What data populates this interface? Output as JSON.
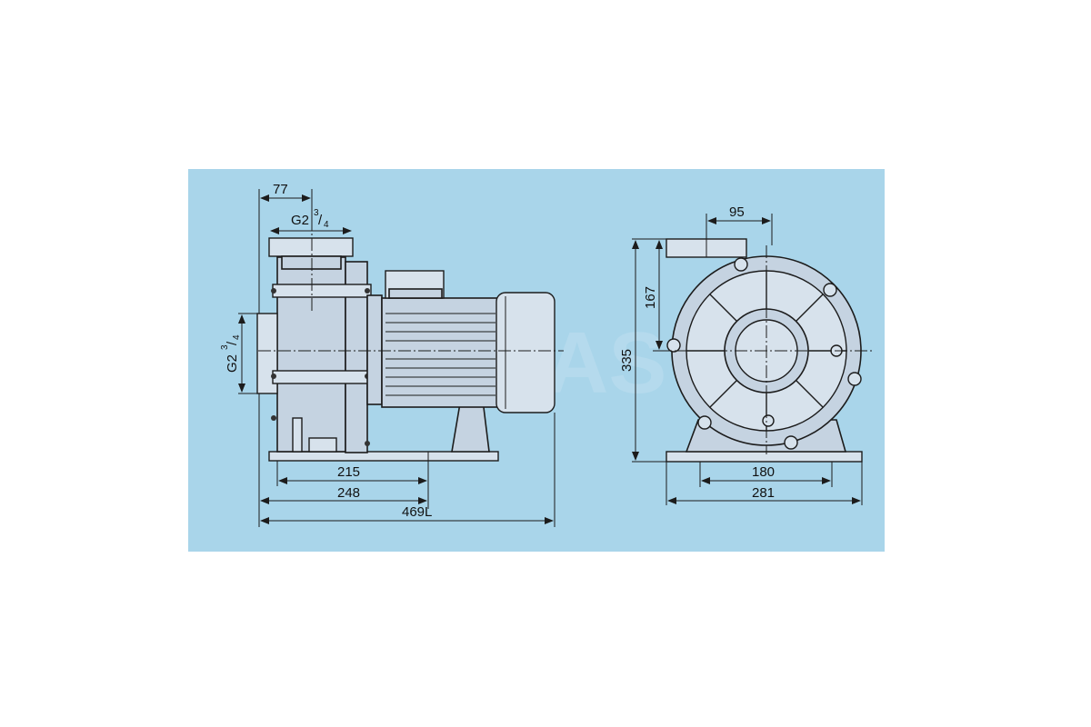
{
  "dimensions": {
    "d77": "77",
    "inlet_top_G": "G2",
    "inlet_top_sup": "3",
    "inlet_top_sub": "4",
    "inlet_side_G": "G2",
    "inlet_side_sup": "3",
    "inlet_side_sub": "4",
    "d215": "215",
    "d248": "248",
    "d469": "469L",
    "d95": "95",
    "d167": "167",
    "d335": "335",
    "d180": "180",
    "d281": "281"
  },
  "colors": {
    "panel_background": "#a9d5ea",
    "line": "#1c1c1c",
    "pump_body": "#c5d3e1"
  }
}
